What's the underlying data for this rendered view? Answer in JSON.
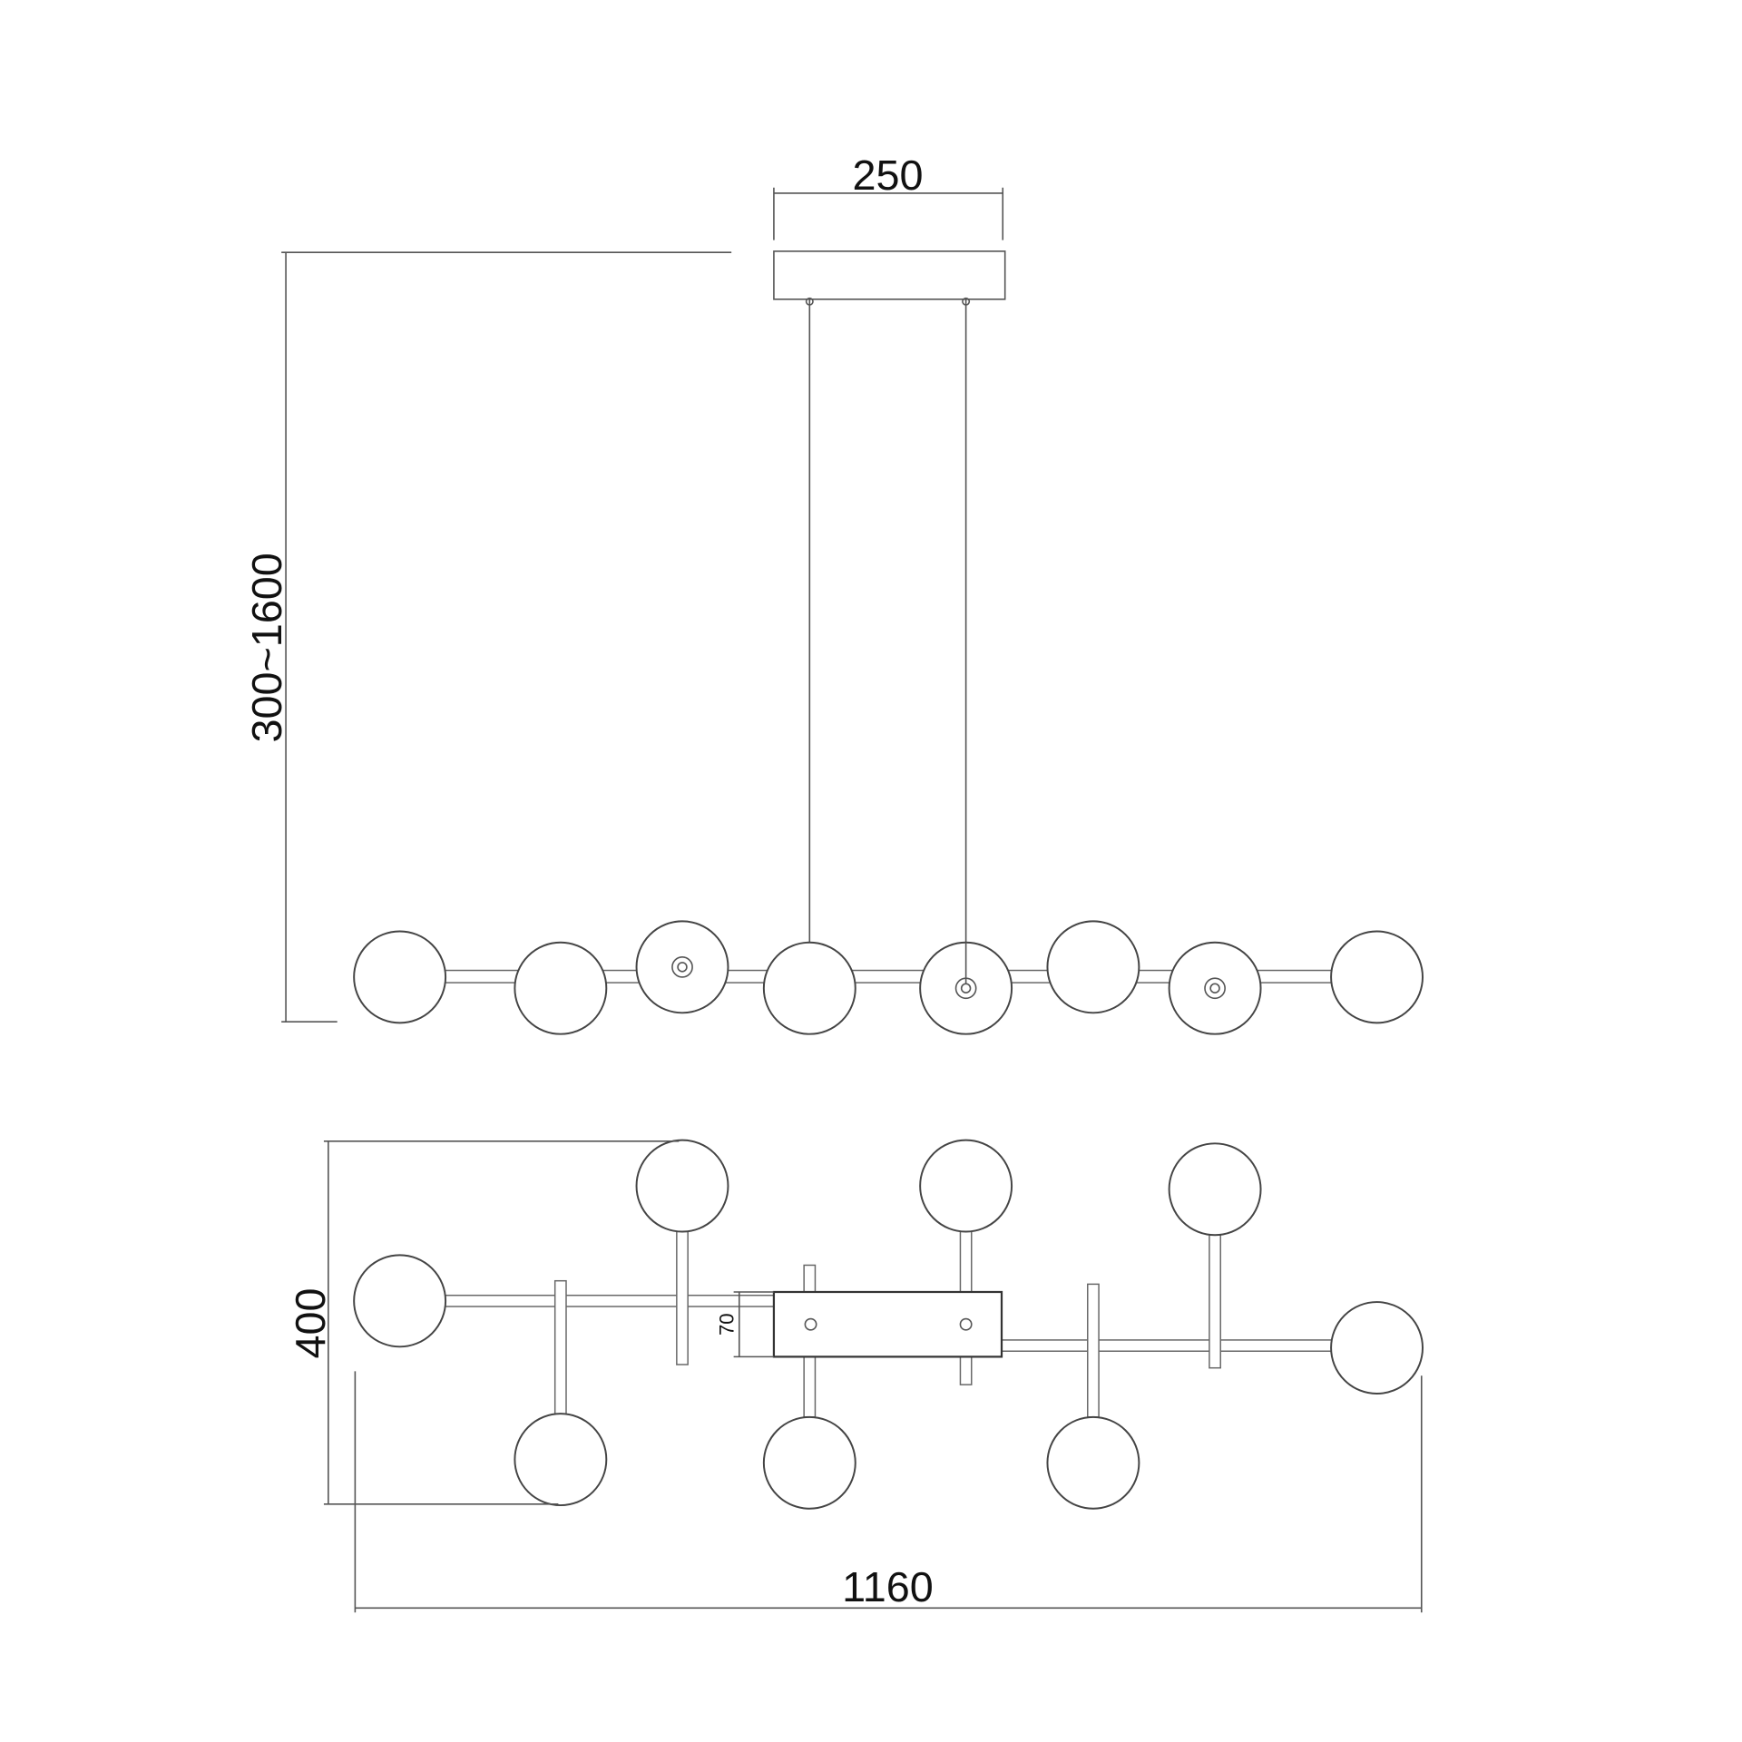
{
  "drawing": {
    "elevation_view": {
      "canopy_width": "250",
      "drop_height": "300~1600",
      "bulb_count": 8
    },
    "plan_view": {
      "depth": "400",
      "body_height": "70",
      "overall_length": "1160",
      "bulb_count": 8
    },
    "line_color": "#555555"
  }
}
